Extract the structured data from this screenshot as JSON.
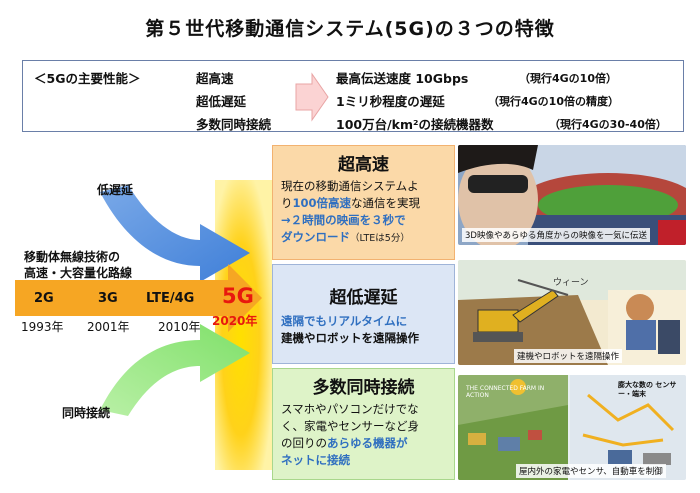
{
  "title": "第５世代移動通信システム(5G)の３つの特徴",
  "spec_header": "＜5Gの主要性能＞",
  "specs": [
    {
      "name": "超高速",
      "value": "最高伝送速度 10Gbps",
      "note": "（現行4Gの10倍）"
    },
    {
      "name": "超低遅延",
      "value": "1ミリ秒程度の遅延",
      "note": "（現行4Gの10倍の精度）"
    },
    {
      "name": "多数同時接続",
      "value": "100万台/km²の接続機器数",
      "note": "（現行4Gの30-40倍）"
    }
  ],
  "evolution": {
    "arrow_low_latency": "低遅延",
    "arrow_massive": "同時接続",
    "path_label_line1": "移動体無線技術の",
    "path_label_line2": "高速・大容量化路線",
    "stages": [
      {
        "gen": "2G",
        "year": "1993年"
      },
      {
        "gen": "3G",
        "year": "2001年"
      },
      {
        "gen": "LTE/4G",
        "year": "2010年"
      }
    ],
    "target_gen": "5G",
    "target_year": "2020年"
  },
  "features": [
    {
      "title": "超高速",
      "text_a": "現在の移動通信システムよ",
      "text_b_pre": "り",
      "text_b_em": "100倍高速",
      "text_b_post": "な通信を実現",
      "text_c": "→２時間の映画を３秒で",
      "text_d": "ダウンロード",
      "text_d_note": "（LTEは5分）",
      "photo_caption": "3D映像やあらゆる角度からの映像を一気に伝送"
    },
    {
      "title": "超低遅延",
      "text_a": "遠隔でもリアルタイムに",
      "text_b": "建機やロボットを遠隔操作",
      "photo_caption": "建機やロボットを遠隔操作"
    },
    {
      "title": "多数同時接続",
      "text_a": "スマホやパソコンだけでな",
      "text_b": "く、家電やセンサーなど身",
      "text_c_pre": "の回りの",
      "text_c_em": "あらゆる機器が",
      "text_d": "ネットに接続",
      "photo_caption": "屋内外の家電やセンサ、自動車を制御",
      "photo_label": "THE CONNECTED FARM IN ACTION",
      "photo_label2": "膨大な数の センサー・端末"
    }
  ],
  "colors": {
    "accent_orange": "#f29a25",
    "fiveg_red": "#e8180e",
    "panel1_bg": "#fbd9a8",
    "panel2_bg": "#dce6f5",
    "panel3_bg": "#def3c8",
    "highlight_blue": "#2f6fc0"
  }
}
